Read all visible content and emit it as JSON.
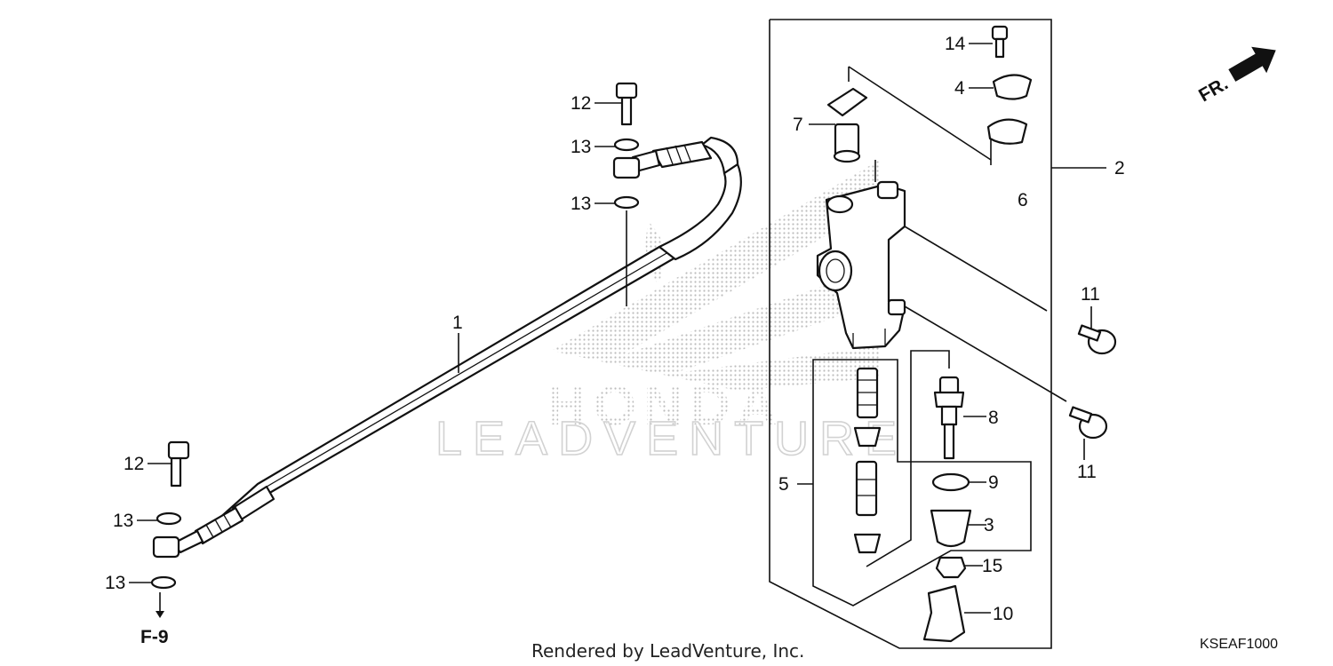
{
  "diagram": {
    "callouts": {
      "c1": "1",
      "c2": "2",
      "c3": "3",
      "c4": "4",
      "c5": "5",
      "c6": "6",
      "c7": "7",
      "c8": "8",
      "c9": "9",
      "c10": "10",
      "c11a": "11",
      "c11b": "11",
      "c12a": "12",
      "c12b": "12",
      "c13a": "13",
      "c13b": "13",
      "c13c": "13",
      "c13d": "13",
      "c14": "14",
      "c15": "15"
    },
    "front_marker": "FR.",
    "page_ref": "F-9",
    "watermark": {
      "brand": "HONDA",
      "sub": "LEADVENTURE"
    },
    "footer": "Rendered by LeadVenture, Inc.",
    "diagram_code": "KSEAF1000"
  }
}
